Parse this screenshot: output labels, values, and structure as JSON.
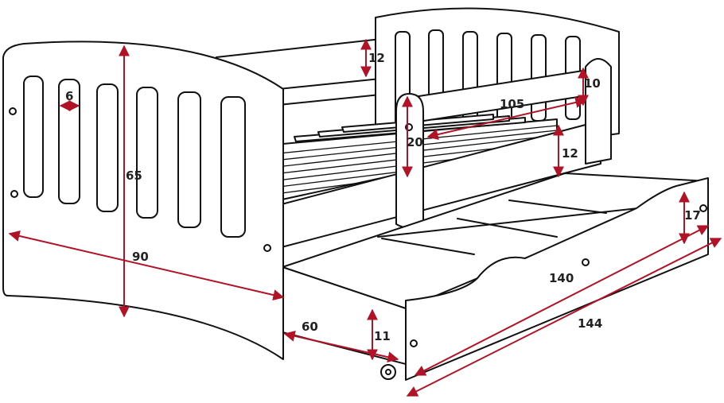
{
  "colors": {
    "outline": "#111111",
    "dimension": "#b11226",
    "label": "#222222",
    "background": "#ffffff"
  },
  "dimensions": {
    "slat_gap": "6",
    "headboard_height": "65",
    "bed_depth": "90",
    "back_rail_height": "12",
    "barrier_rail_height": "10",
    "barrier_length": "105",
    "barrier_height": "20",
    "side_panel_height": "12",
    "drawer_front_height": "17",
    "drawer_length": "140",
    "bed_length": "144",
    "drawer_depth": "60",
    "drawer_clearance": "11"
  }
}
